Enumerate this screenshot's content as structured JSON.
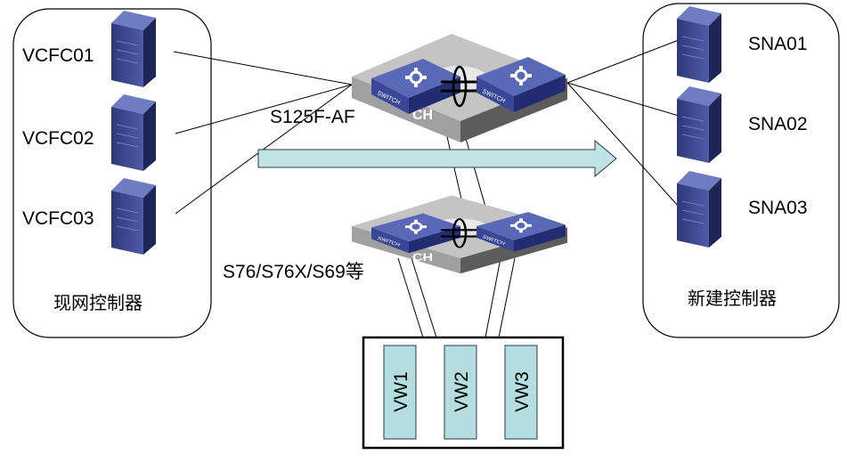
{
  "left_group": {
    "caption": "现网控制器",
    "servers": [
      {
        "label": "VCFC01"
      },
      {
        "label": "VCFC02"
      },
      {
        "label": "VCFC03"
      }
    ]
  },
  "right_group": {
    "caption": "新建控制器",
    "servers": [
      {
        "label": "SNA01"
      },
      {
        "label": "SNA02"
      },
      {
        "label": "SNA03"
      }
    ]
  },
  "core_switch": {
    "label": "S125F-AF",
    "icon_text": "SWITCH",
    "base_text": "CH"
  },
  "access_switch": {
    "label": "S76/S76X/S69等",
    "icon_text": "SWITCH",
    "base_text": "CH"
  },
  "vm_box": {
    "items": [
      {
        "label": "VW1"
      },
      {
        "label": "VW2"
      },
      {
        "label": "VW3"
      }
    ]
  },
  "colors": {
    "server": "#4a56a0",
    "switch": "#4a58a8",
    "platform": "#b8b8b8",
    "arrow": "#c0e4e6",
    "vw": "#b4dde0"
  }
}
